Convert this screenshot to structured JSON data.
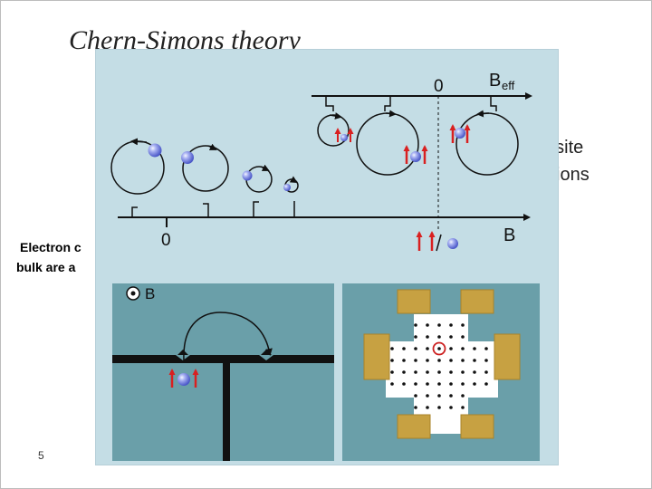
{
  "slide": {
    "title": "Chern-Simons theory",
    "page_number": "5",
    "partial_text": {
      "composite_1": "osite",
      "composite_2": "ions",
      "electron_1": "Electron c",
      "electron_2": "bulk are a"
    }
  },
  "figure": {
    "top_axis": {
      "zero_label": "0",
      "label": "B",
      "label_sub": "eff"
    },
    "bottom_axis": {
      "zero_label": "0",
      "label": "B"
    },
    "inset_left": {
      "field_label": "B"
    }
  },
  "colors": {
    "figure_bg": "#c4dde5",
    "inset_bg": "#6a9fa9",
    "particle": "#6f7de0",
    "flux_arrow": "#d92020",
    "contact": "#c7a142",
    "highlight_ring": "#cc2020"
  }
}
